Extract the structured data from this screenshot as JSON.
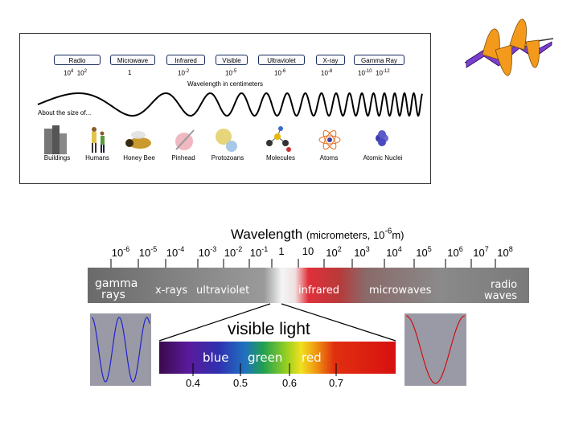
{
  "top_chart": {
    "bands": [
      {
        "name": "Radio",
        "exponent": "10^4  10^2"
      },
      {
        "name": "Microwave",
        "exponent": "1"
      },
      {
        "name": "Infrared",
        "exponent": "10^-2"
      },
      {
        "name": "Visible",
        "exponent": "10^-5"
      },
      {
        "name": "Ultraviolet",
        "exponent": "10^-6"
      },
      {
        "name": "X-ray",
        "exponent": "10^-8"
      },
      {
        "name": "Gamma Ray",
        "exponent": "10^-10  10^-12"
      }
    ],
    "caption": "Wavelength in centimeters",
    "about_label": "About the size of...",
    "objects": [
      "Buildings",
      "Humans",
      "Honey Bee",
      "Pinhead",
      "Protozoans",
      "Molecules",
      "Atoms",
      "Atomic Nuclei"
    ]
  },
  "bottom_chart": {
    "title": "Wavelength",
    "title_units": "(micrometers, 10",
    "title_units_exp": "-6",
    "title_units_end": "m)",
    "ticks": [
      {
        "base": "10",
        "exp": "-6"
      },
      {
        "base": "10",
        "exp": "-5"
      },
      {
        "base": "10",
        "exp": "-4"
      },
      {
        "base": "10",
        "exp": "-3"
      },
      {
        "base": "10",
        "exp": "-2"
      },
      {
        "base": "10",
        "exp": "-1"
      },
      {
        "base": "1",
        "exp": ""
      },
      {
        "base": "10",
        "exp": ""
      },
      {
        "base": "10",
        "exp": "2"
      },
      {
        "base": "10",
        "exp": "3"
      },
      {
        "base": "10",
        "exp": "4"
      },
      {
        "base": "10",
        "exp": "5"
      },
      {
        "base": "10",
        "exp": "6"
      },
      {
        "base": "10",
        "exp": "7"
      },
      {
        "base": "10",
        "exp": "8"
      }
    ],
    "regions": {
      "gamma": "gamma",
      "gamma2": "rays",
      "xrays": "x-rays",
      "uv": "ultraviolet",
      "ir": "infrared",
      "micro": "microwaves",
      "radio": "radio",
      "radio2": "waves"
    },
    "visible_title": "visible light",
    "visible_colors": {
      "blue": "blue",
      "green": "green",
      "red": "red"
    },
    "visible_ticks": [
      "0.4",
      "0.5",
      "0.6",
      "0.7"
    ]
  },
  "colors": {
    "purple": "#7b3fd0",
    "orange": "#f39a1c",
    "spectrum_grey": "#8a8a8a",
    "wave_blue": "#2222cc",
    "wave_red": "#cc1111"
  }
}
